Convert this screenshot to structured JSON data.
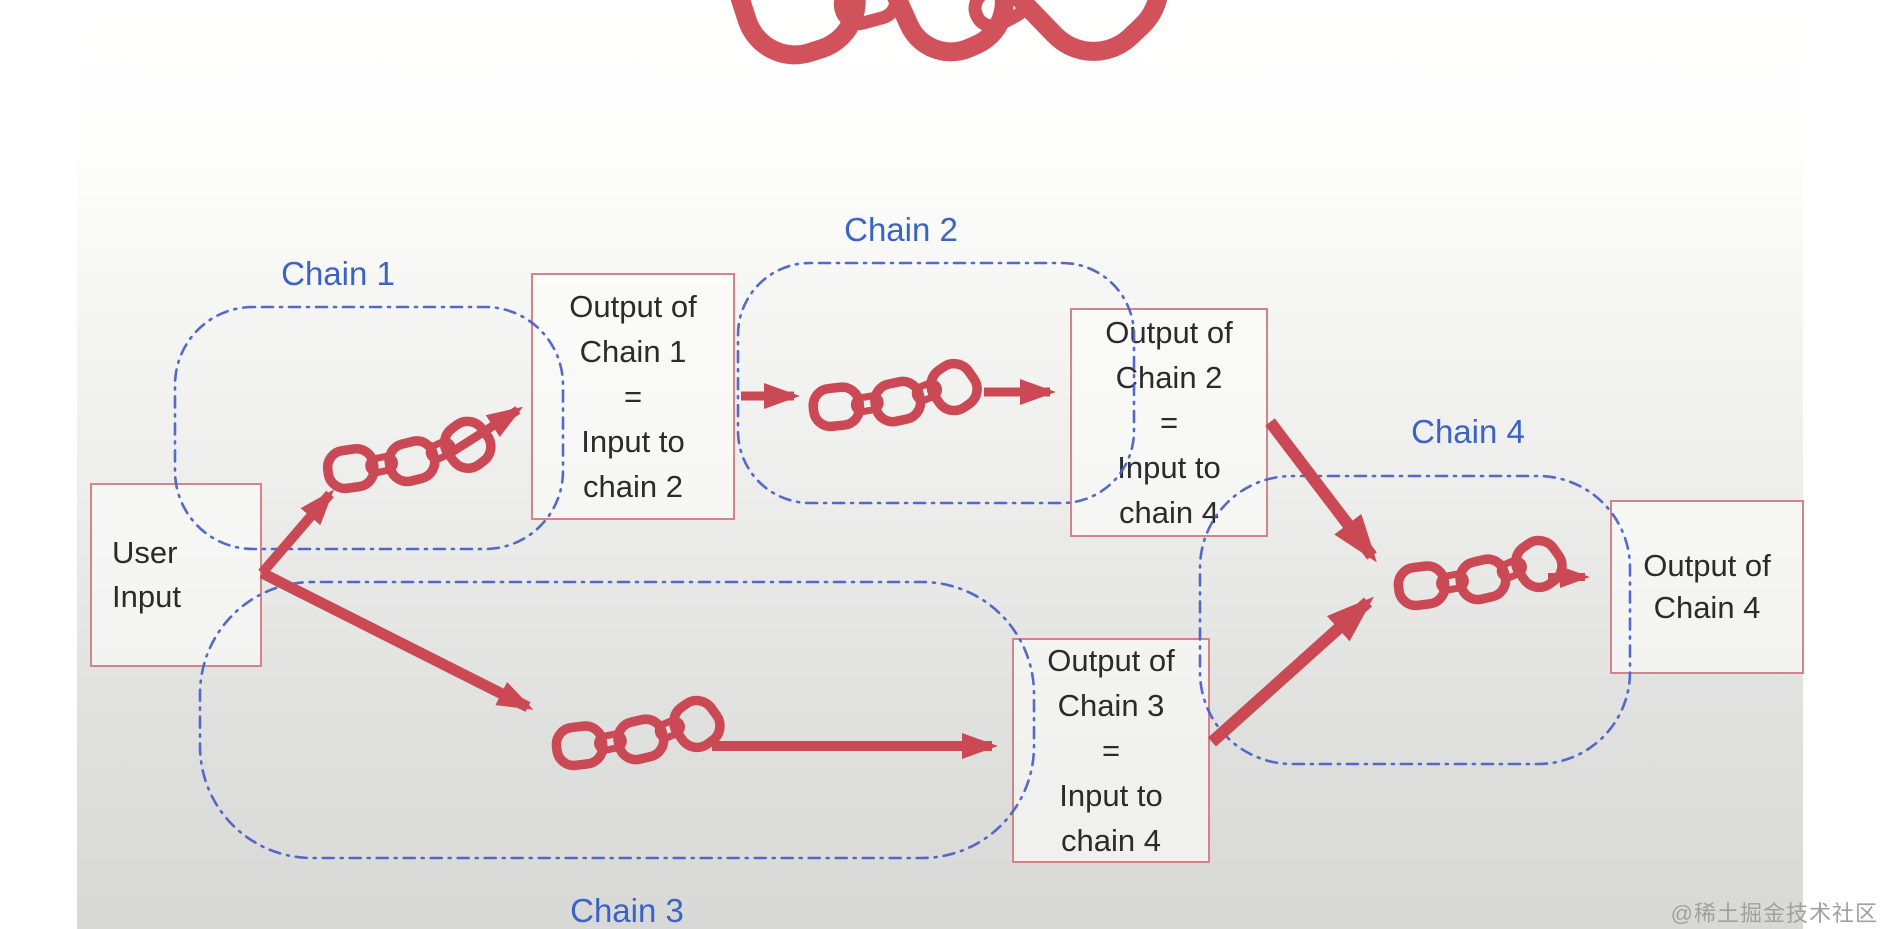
{
  "watermark": "@稀土掘金技术社区",
  "colors": {
    "accent_red": "#cb4954",
    "logo_red": "#d2525c",
    "box_border_pink": "#d5838a",
    "label_blue": "#3b63c6",
    "dash_blue": "#4a62c8",
    "text_dark": "#2b2b2b",
    "bg_bottom_gray": "#d8d8d6",
    "watermark_gray": "#a0a0a0"
  },
  "labels": {
    "chain1": "Chain 1",
    "chain2": "Chain 2",
    "chain3": "Chain 3",
    "chain4": "Chain 4"
  },
  "nodes": {
    "user_input": {
      "lines": [
        "User",
        "Input"
      ]
    },
    "output_chain1": {
      "lines": [
        "Output of",
        "Chain 1",
        "=",
        "Input to",
        "chain 2"
      ]
    },
    "output_chain2": {
      "lines": [
        "Output of",
        "Chain 2",
        "=",
        "Input to",
        "chain 4"
      ]
    },
    "output_chain3": {
      "lines": [
        "Output of",
        "Chain 3",
        "=",
        "Input to",
        "chain 4"
      ]
    },
    "output_chain4": {
      "lines": [
        "Output of",
        "Chain 4"
      ]
    }
  },
  "icons": {
    "chain_link_icon": "three-red-chain-links",
    "logo_icon": "large-red-chain-links-logo",
    "arrow_icon": "red-flow-arrow"
  }
}
